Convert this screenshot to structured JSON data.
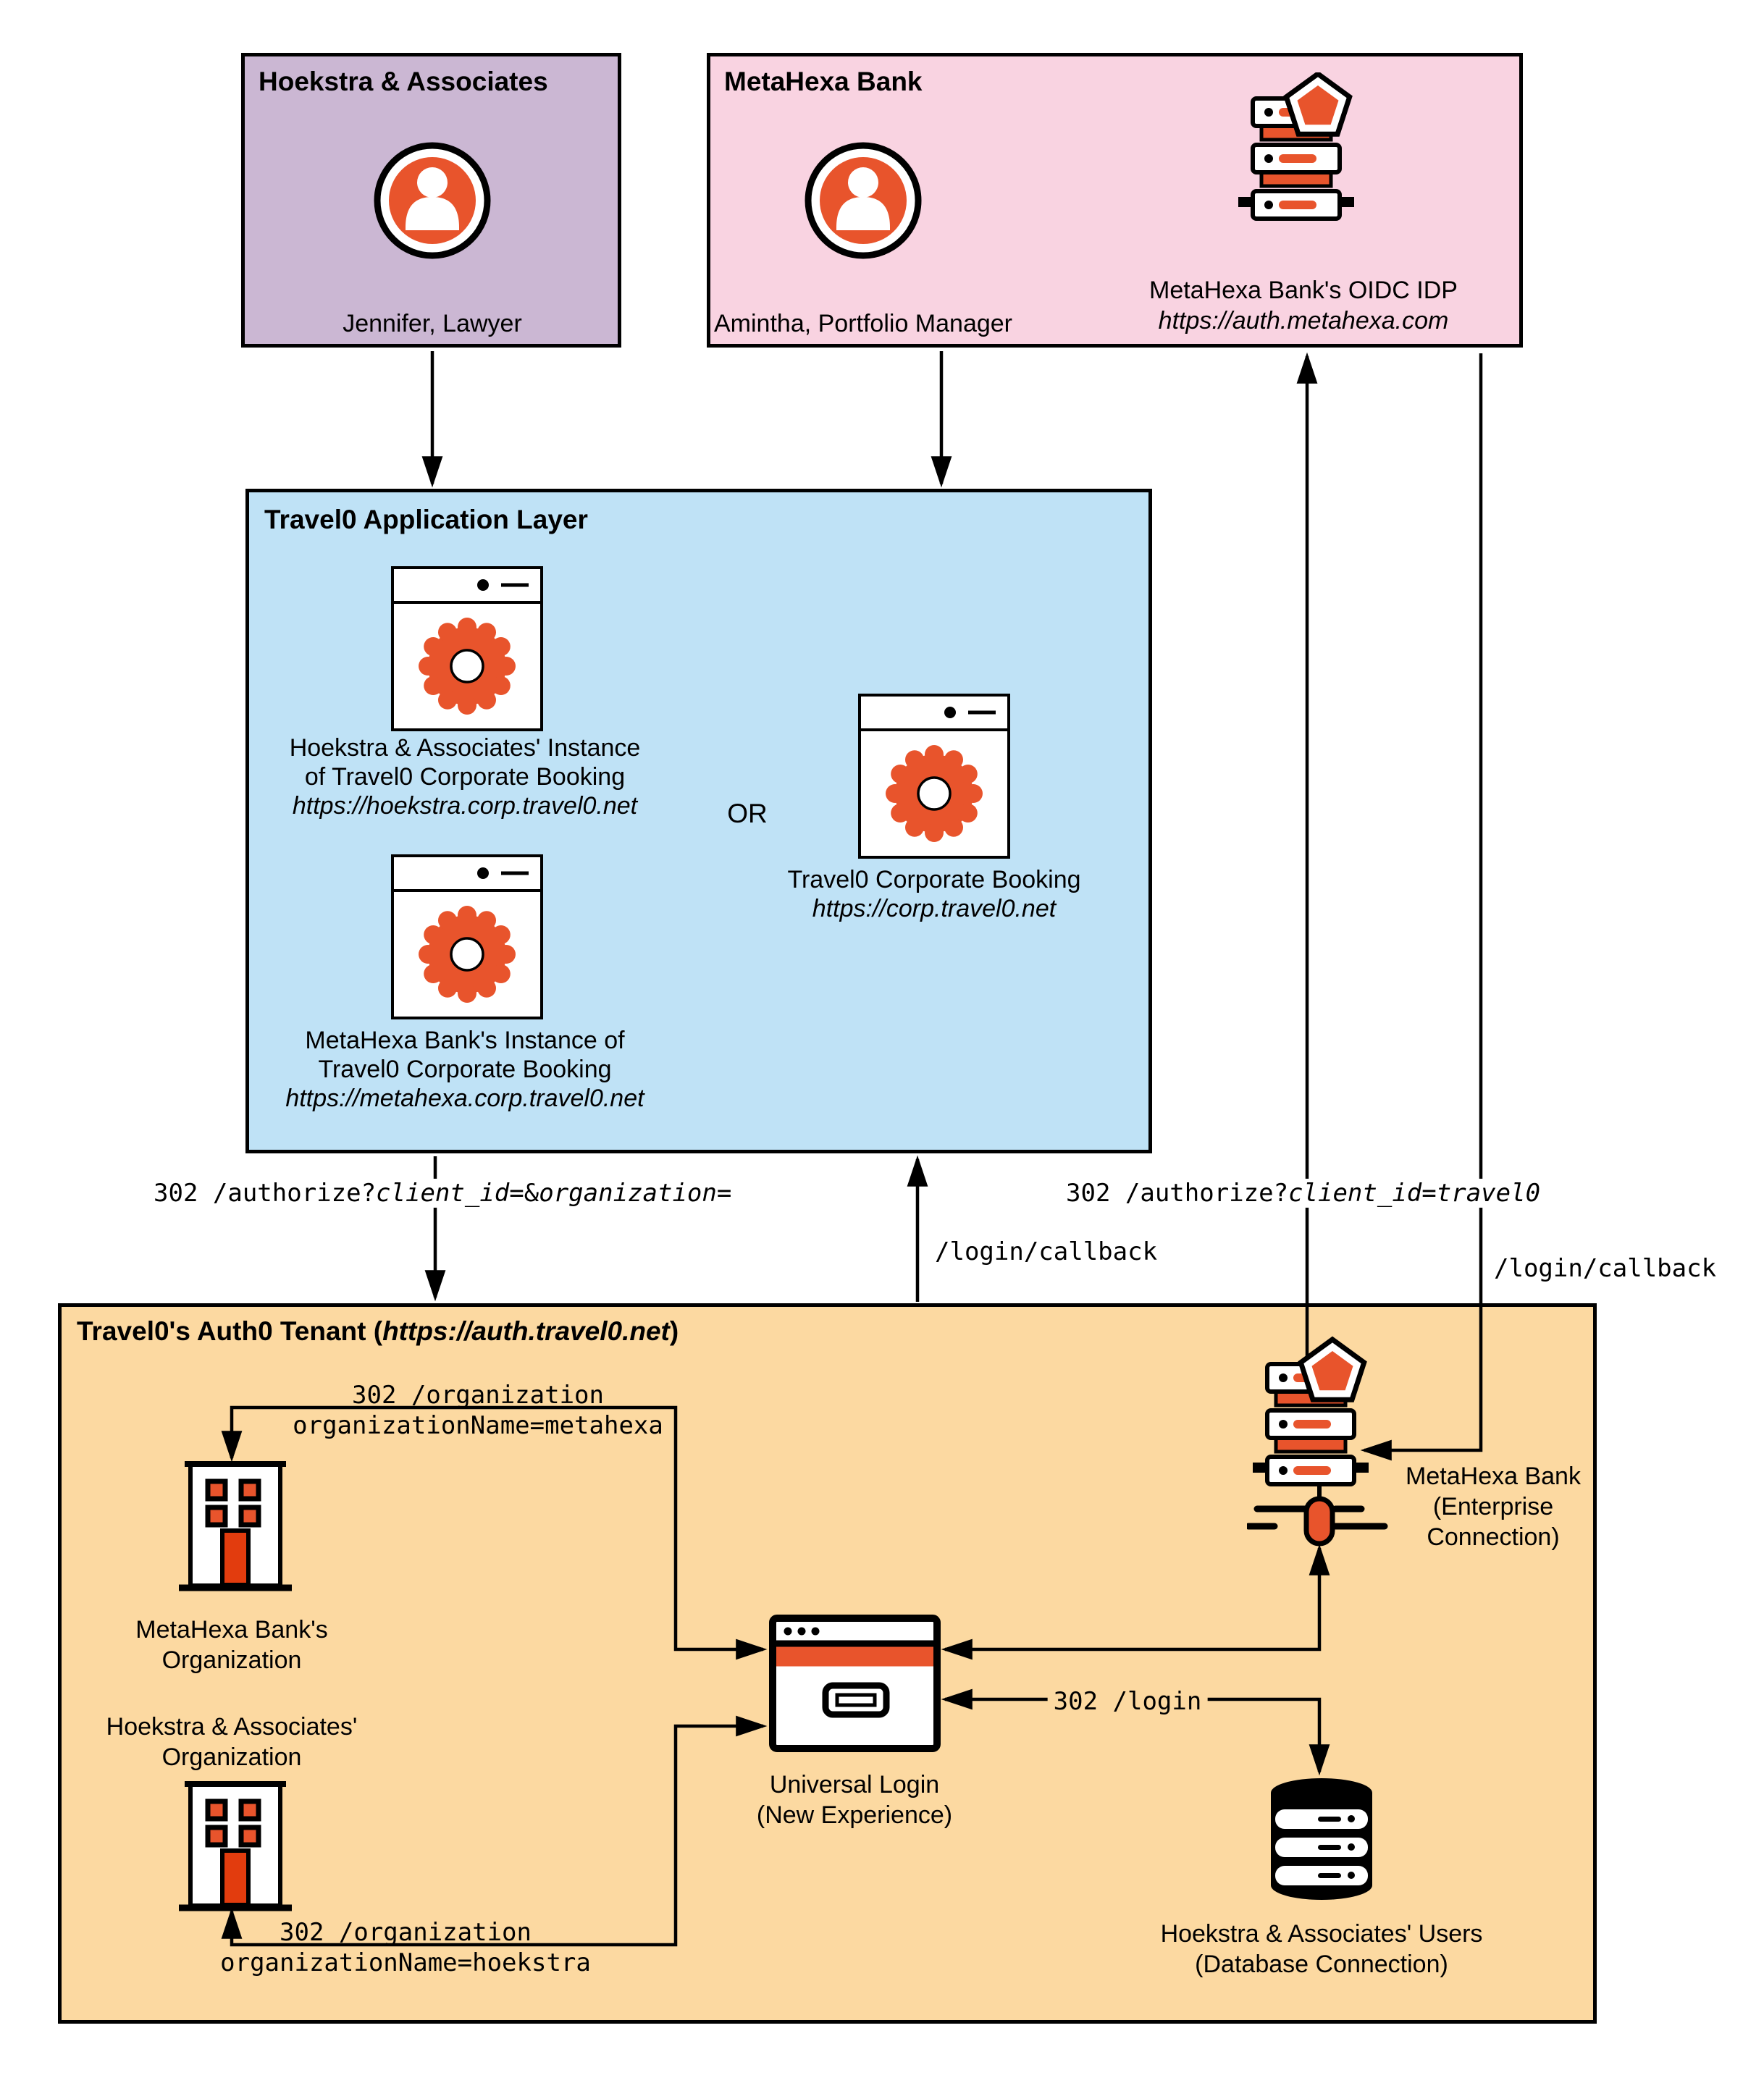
{
  "colors": {
    "purple_box": "#cbb7d3",
    "pink_box": "#f9d3e1",
    "blue_box": "#bfe2f6",
    "orange_box": "#fcd9a1",
    "accent_orange": "#e8542c",
    "deep_orange": "#e23c0e",
    "line_black": "#000000"
  },
  "hoekstra_company": {
    "title": "Hoekstra & Associates",
    "person": "Jennifer, Lawyer"
  },
  "metahexa_company": {
    "title": "MetaHexa Bank",
    "person": "Amintha, Portfolio Manager",
    "idp_name": "MetaHexa Bank's OIDC IDP",
    "idp_url": "https://auth.metahexa.com"
  },
  "app_layer": {
    "title": "Travel0 Application Layer",
    "or_label": "OR",
    "hoekstra_app": {
      "line1": "Hoekstra & Associates' Instance",
      "line2": "of Travel0 Corporate Booking",
      "url": "https://hoekstra.corp.travel0.net"
    },
    "metahexa_app": {
      "line1": "MetaHexa Bank's Instance of",
      "line2": "Travel0 Corporate Booking",
      "url": "https://metahexa.corp.travel0.net"
    },
    "generic_app": {
      "line1": "Travel0 Corporate Booking",
      "url": "https://corp.travel0.net"
    }
  },
  "tenant": {
    "title_prefix": "Travel0's Auth0 Tenant (",
    "title_url": "https://auth.travel0.net",
    "title_suffix": ")",
    "metahexa_org": {
      "line1": "MetaHexa Bank's",
      "line2": "Organization"
    },
    "hoekstra_org": {
      "line1": "Hoekstra & Associates'",
      "line2": "Organization"
    },
    "universal_login": {
      "line1": "Universal Login",
      "line2": "(New Experience)"
    },
    "enterprise_connection": {
      "line1": "MetaHexa Bank",
      "line2": "(Enterprise",
      "line3": "Connection)"
    },
    "database_connection": {
      "line1": "Hoekstra & Associates' Users",
      "line2": "(Database Connection)"
    }
  },
  "flow_labels": {
    "authorize_org": {
      "pre": "302 /authorize?",
      "c1": "client_id",
      "mid": "=&",
      "c2": "organization",
      "end": "="
    },
    "authorize_travel0": {
      "pre": "302 /authorize?",
      "c1": "client_id",
      "mid": "=",
      "c2": "travel0",
      "end": ""
    },
    "login_callback_left": "/login/callback",
    "login_callback_right": "/login/callback",
    "org_metahexa_line1": "302 /organization",
    "org_metahexa_line2": "organizationName=metahexa",
    "org_hoekstra_line1": "302 /organization",
    "org_hoekstra_line2": "organizationName=hoekstra",
    "login302": "302 /login"
  }
}
